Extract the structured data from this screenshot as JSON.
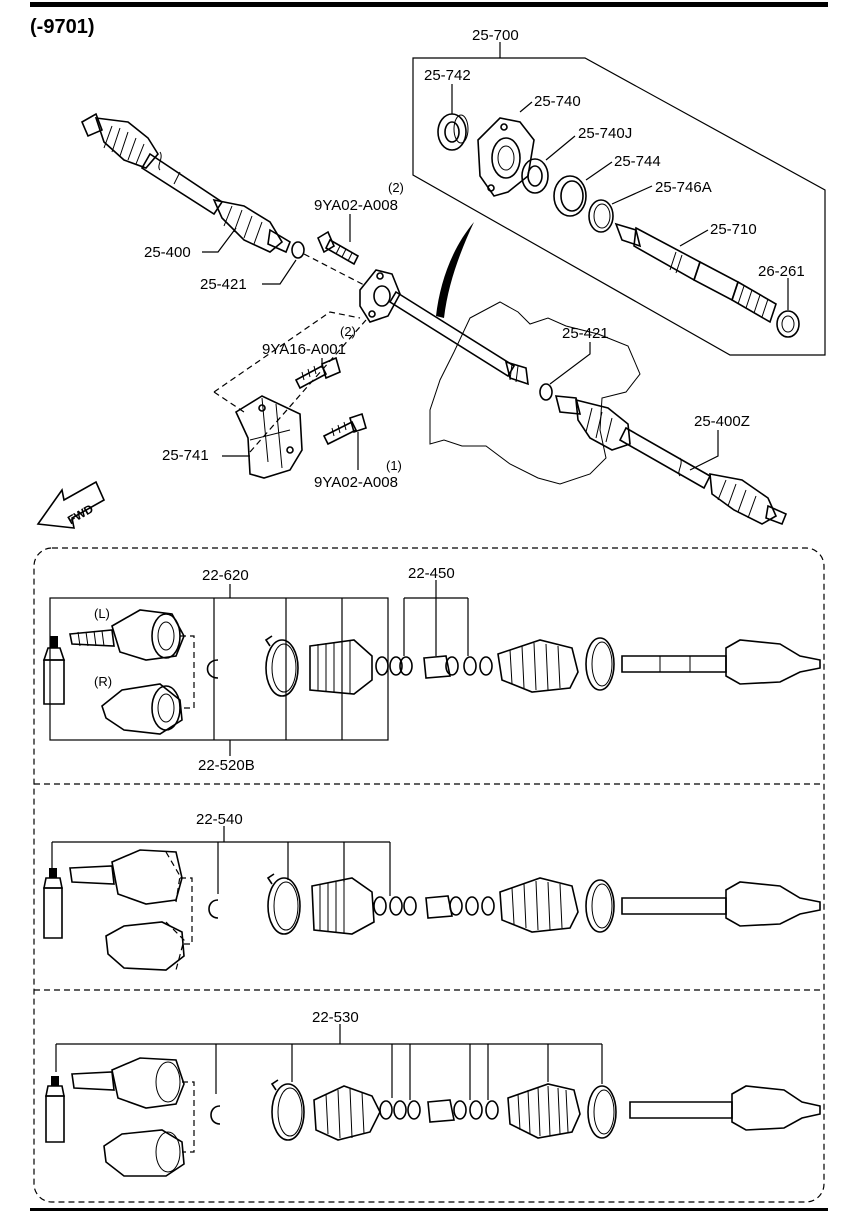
{
  "diagram": {
    "header_code": "(-9701)",
    "fwd_label": "FWD",
    "labels": {
      "p25_700": "25-700",
      "p25_742": "25-742",
      "p25_740": "25-740",
      "p25_740j": "25-740J",
      "p25_744": "25-744",
      "p25_746a": "25-746A",
      "p25_710": "25-710",
      "p26_261": "26-261",
      "p25_400": "25-400",
      "p25_421_left": "25-421",
      "p25_421_right": "25-421",
      "p25_400z": "25-400Z",
      "p25_741": "25-741",
      "bolt_upper": "9YA02-A008",
      "bolt_upper_qty": "(2)",
      "bolt_middle": "9YA16-A001",
      "bolt_middle_qty": "(2)",
      "bolt_lower": "9YA02-A008",
      "bolt_lower_qty": "(1)",
      "p22_620": "22-620",
      "p22_450": "22-450",
      "p22_520b": "22-520B",
      "p22_540": "22-540",
      "p22_530": "22-530",
      "side_l": "(L)",
      "side_r": "(R)"
    }
  }
}
